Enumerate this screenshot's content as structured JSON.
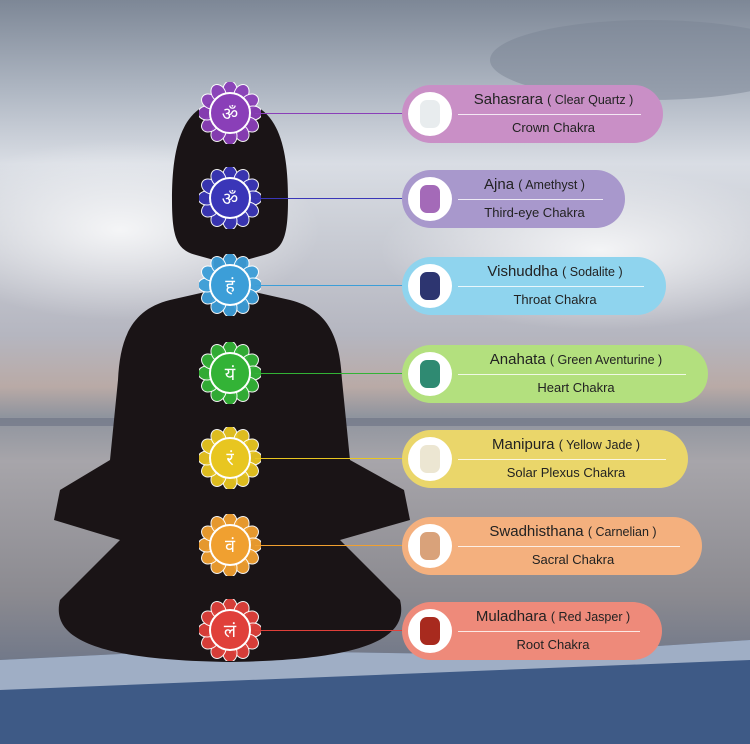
{
  "chakras": [
    {
      "name": "Sahasrara",
      "stone": "( Clear Quartz )",
      "chakra": "Crown Chakra",
      "color": "#c98fc6",
      "symbol_color": "#8a3fb8",
      "stone_color": "#e8ecee",
      "symbol": "om"
    },
    {
      "name": "Ajna",
      "stone": "( Amethyst )",
      "chakra": "Third-eye Chakra",
      "color": "#a898cc",
      "symbol_color": "#3a36b8",
      "stone_color": "#a46ab8",
      "symbol": "om"
    },
    {
      "name": "Vishuddha",
      "stone": "( Sodalite )",
      "chakra": "Throat Chakra",
      "color": "#8fd4ee",
      "symbol_color": "#3c9ed8",
      "stone_color": "#2d3570",
      "symbol": "ham"
    },
    {
      "name": "Anahata",
      "stone": "( Green Aventurine )",
      "chakra": "Heart Chakra",
      "color": "#b3e07e",
      "symbol_color": "#33b336",
      "stone_color": "#2f8a72",
      "symbol": "yam"
    },
    {
      "name": "Manipura",
      "stone": "( Yellow Jade )",
      "chakra": "Solar Plexus Chakra",
      "color": "#ead66a",
      "symbol_color": "#e8c620",
      "stone_color": "#ece6d2",
      "symbol": "ram"
    },
    {
      "name": "Swadhisthana",
      "stone": "( Carnelian )",
      "chakra": "Sacral Chakra",
      "color": "#f4b07e",
      "symbol_color": "#f0a030",
      "stone_color": "#d9a27a",
      "symbol": "vam"
    },
    {
      "name": "Muladhara",
      "stone": "( Red Jasper )",
      "chakra": "Root Chakra",
      "color": "#ee8a7a",
      "symbol_color": "#e0403a",
      "stone_color": "#a82a1e",
      "symbol": "lam"
    }
  ]
}
